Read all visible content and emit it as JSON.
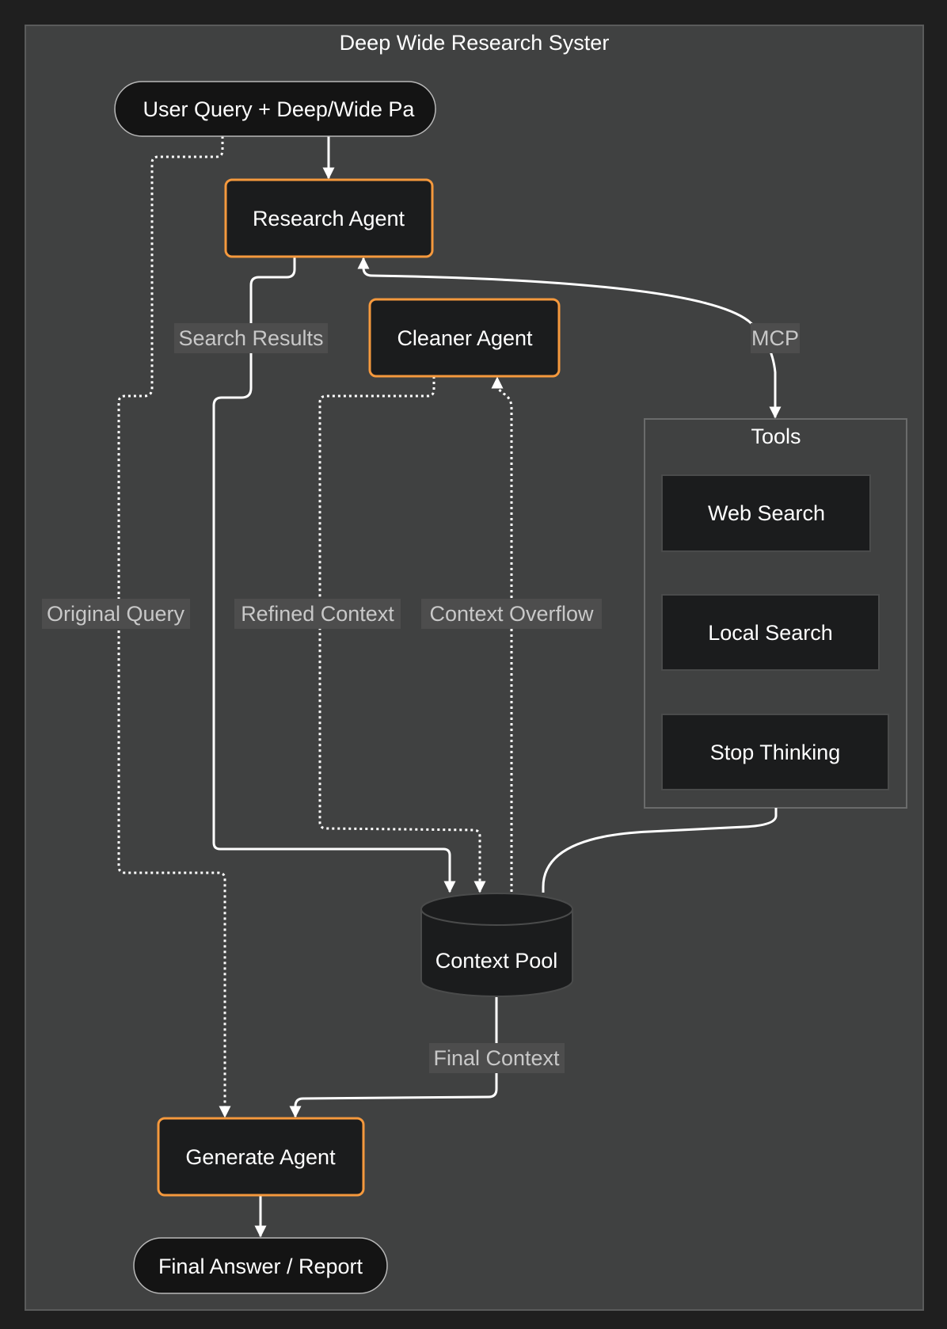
{
  "diagram": {
    "title": "Deep Wide Research Syster",
    "colors": {
      "page_background": "#1f1f1f",
      "cluster_background": "#404141",
      "node_fill": "#1b1c1d",
      "terminal_fill": "#141414",
      "agent_border": "#f5993d",
      "edge": "#ffffff",
      "edge_label_background": "#4d4d4d",
      "edge_label_text": "#c8c8c8"
    },
    "nodes": {
      "user_query": "User Query + Deep/Wide Pa",
      "research_agent": "Research Agent",
      "cleaner_agent": "Cleaner Agent",
      "context_pool": "Context Pool",
      "generate_agent": "Generate Agent",
      "final_answer": "Final Answer / Report"
    },
    "tools": {
      "title": "Tools",
      "items": [
        "Web Search",
        "Local Search",
        "Stop Thinking"
      ]
    },
    "edges": [
      {
        "from": "user_query",
        "to": "research_agent",
        "label": "",
        "style": "solid"
      },
      {
        "from": "user_query",
        "to": "generate_agent",
        "label": "Original Query",
        "style": "dotted"
      },
      {
        "from": "research_agent",
        "to": "context_pool",
        "label": "Search Results",
        "style": "solid"
      },
      {
        "from": "research_agent",
        "to": "tools",
        "label": "MCP",
        "style": "solid",
        "bidirectional": true
      },
      {
        "from": "cleaner_agent",
        "to": "context_pool",
        "label": "Refined Context",
        "style": "dotted"
      },
      {
        "from": "context_pool",
        "to": "cleaner_agent",
        "label": "Context Overflow",
        "style": "dotted"
      },
      {
        "from": "tools",
        "to": "context_pool",
        "label": "",
        "style": "solid"
      },
      {
        "from": "context_pool",
        "to": "generate_agent",
        "label": "Final Context",
        "style": "solid"
      },
      {
        "from": "generate_agent",
        "to": "final_answer",
        "label": "",
        "style": "solid"
      }
    ],
    "edge_labels": {
      "original_query": "Original Query",
      "search_results": "Search Results",
      "mcp": "MCP",
      "refined_context": "Refined Context",
      "context_overflow": "Context Overflow",
      "final_context": "Final Context"
    }
  }
}
